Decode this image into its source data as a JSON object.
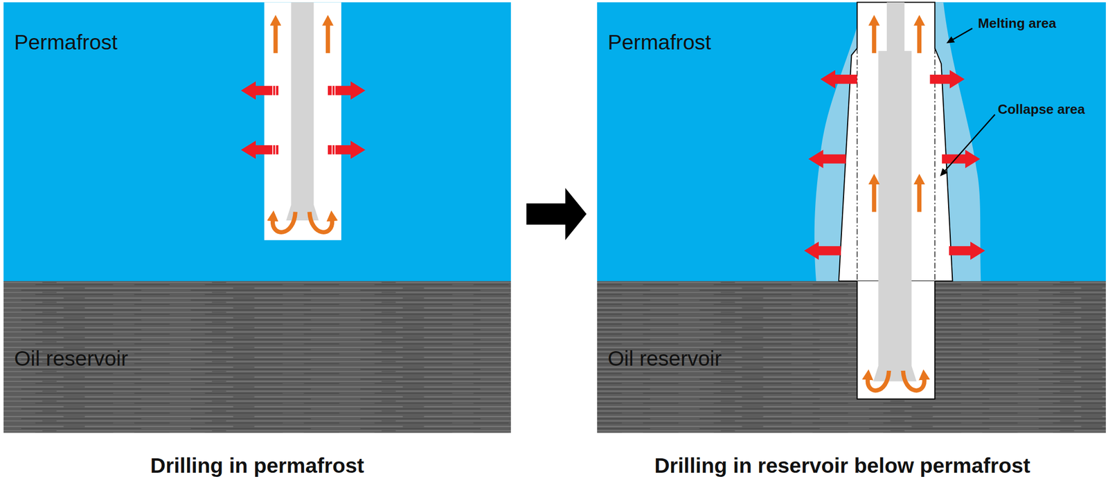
{
  "diagram": {
    "labels": [
      "Permafrost",
      "Oil reservoir",
      "Drilling in permafrost",
      "Permafrost",
      "Oil reservoir",
      "Melting area",
      "Collapse area",
      "Drilling in reservoir below permafrost"
    ]
  }
}
